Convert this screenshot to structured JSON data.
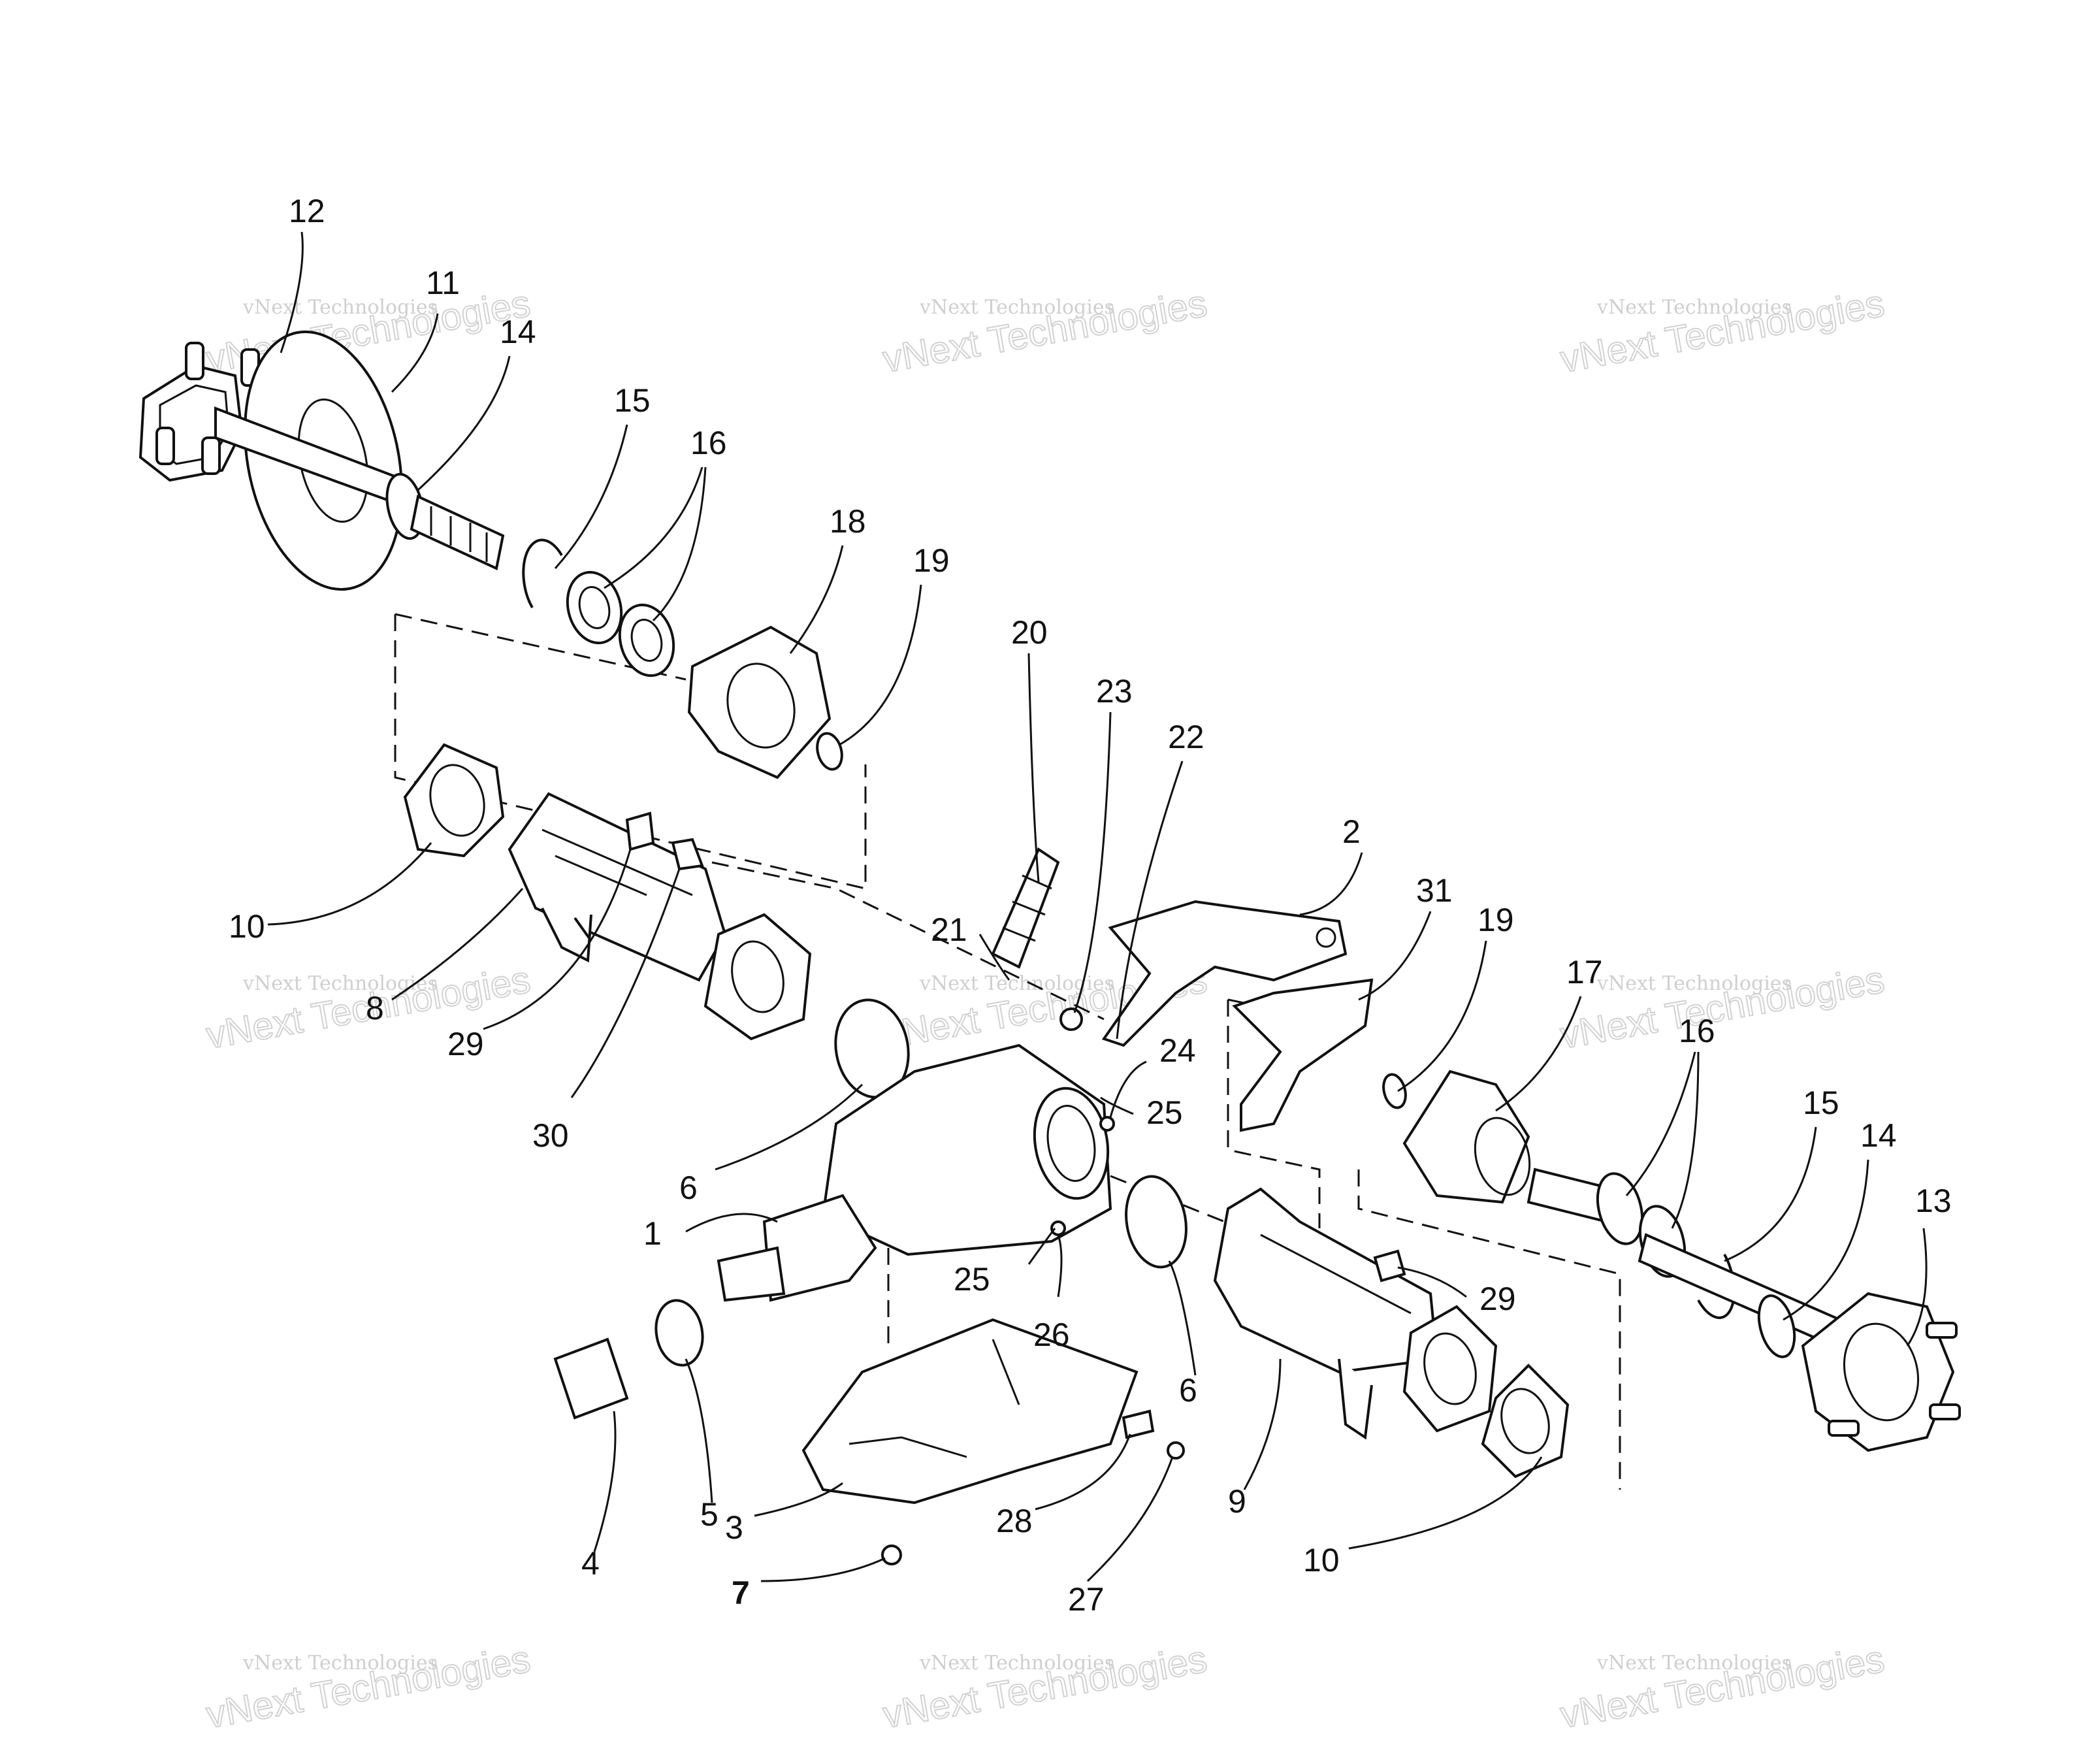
{
  "watermarks": [
    {
      "small": "vNext Technologies",
      "big": "vNext Technologies"
    },
    {
      "small": "vNext Technologies",
      "big": "vNext Technologies"
    },
    {
      "small": "vNext Technologies",
      "big": "vNext Technologies"
    },
    {
      "small": "vNext Technologies",
      "big": "vNext Technologies"
    },
    {
      "small": "vNext Technologies",
      "big": "vNext Technologies"
    },
    {
      "small": "vNext Technologies",
      "big": "vNext Technologies"
    },
    {
      "small": "vNext Technologies",
      "big": "vNext Technologies"
    },
    {
      "small": "vNext Technologies",
      "big": "vNext Technologies"
    },
    {
      "small": "vNext Technologies",
      "big": "vNext Technologies"
    }
  ],
  "callouts": [
    "12",
    "11",
    "14",
    "15",
    "16",
    "18",
    "19",
    "20",
    "23",
    "22",
    "2",
    "31",
    "19",
    "17",
    "16",
    "15",
    "14",
    "13",
    "10",
    "8",
    "29",
    "30",
    "21",
    "24",
    "25",
    "6",
    "1",
    "25",
    "26",
    "29",
    "6",
    "9",
    "10",
    "5",
    "4",
    "3",
    "7",
    "28",
    "27"
  ]
}
